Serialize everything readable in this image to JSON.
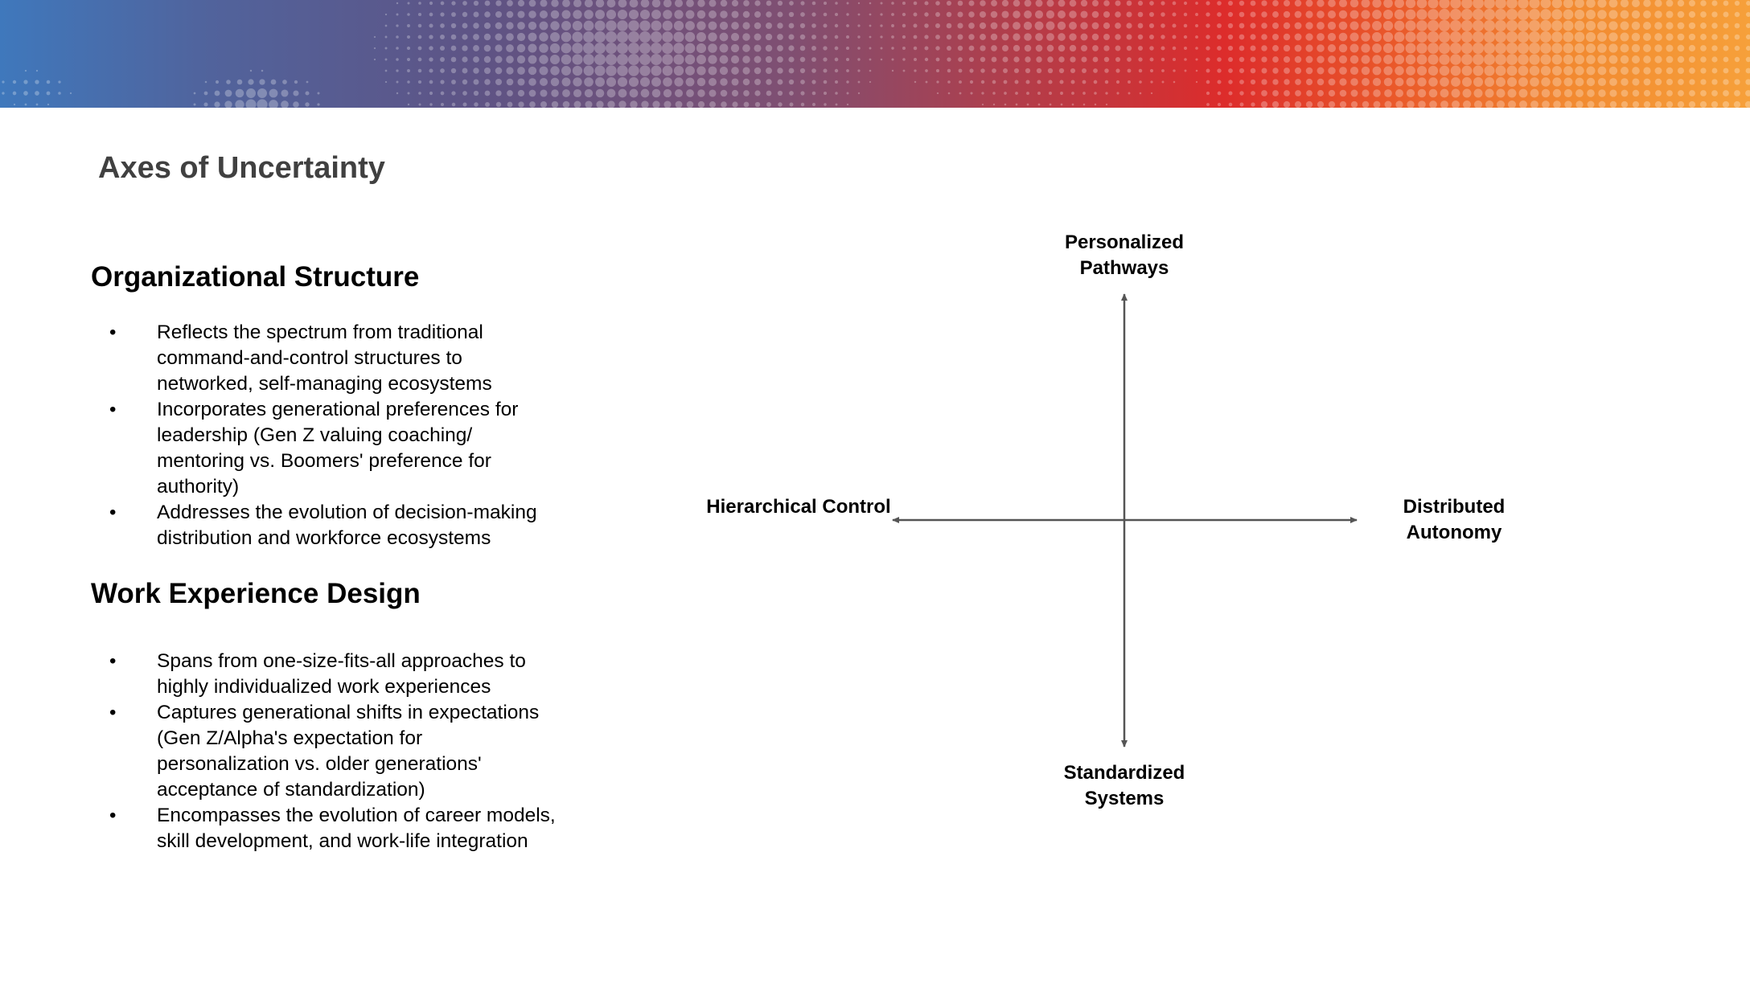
{
  "slide": {
    "title": "Axes of Uncertainty",
    "banner_colors": [
      "#3f78bc",
      "#5f5384",
      "#dd2c2b",
      "#f6a03a"
    ]
  },
  "sections": [
    {
      "heading": "Organizational Structure",
      "bullets": [
        "Reflects the spectrum from traditional command-and-control structures to networked, self-managing ecosystems",
        "Incorporates generational preferences for leadership (Gen Z valuing coaching/ mentoring vs. Boomers' preference for authority)",
        "Addresses the evolution of decision-making distribution and workforce ecosystems"
      ]
    },
    {
      "heading": "Work Experience Design",
      "bullets": [
        "Spans from one-size-fits-all approaches to highly individualized work experiences",
        "Captures generational shifts in expectations (Gen Z/Alpha's expectation for personalization vs. older generations' acceptance of standardization)",
        "Encompasses the evolution of career models, skill development, and work-life integration"
      ]
    }
  ],
  "diagram": {
    "axis_color": "#555555",
    "top_label": "Personalized Pathways",
    "bottom_label": "Standardized Systems",
    "left_label": "Hierarchical Control",
    "right_label": "Distributed Autonomy"
  }
}
